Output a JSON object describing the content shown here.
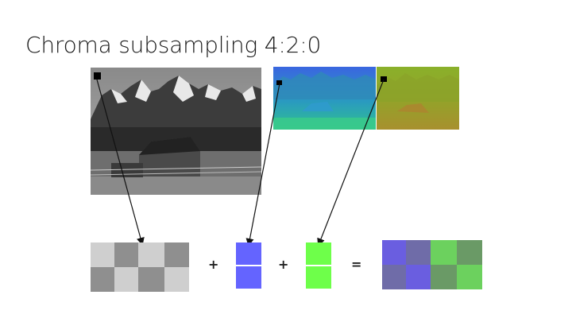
{
  "title": "Chroma subsampling 4:2:0",
  "operators": {
    "plus_1": "+",
    "plus_2": "+",
    "equals": "="
  },
  "colors": {
    "luma_light": "#cfcfcf",
    "luma_dark": "#8f8f8f",
    "cb_block": "#6464ff",
    "cr_block": "#6eff4a",
    "result_blue_light": "#6a5ee0",
    "result_blue_dark": "#6f6ca8",
    "result_green_light": "#6cd15e",
    "result_green_dark": "#6a9a66",
    "marker": "#000000",
    "arrow": "#111111"
  },
  "images": {
    "luma": "grayscale mountain barn photo (Y channel)",
    "cb": "blue-green tinted chroma channel (Cb)",
    "cr": "olive-orange tinted chroma channel (Cr)"
  }
}
